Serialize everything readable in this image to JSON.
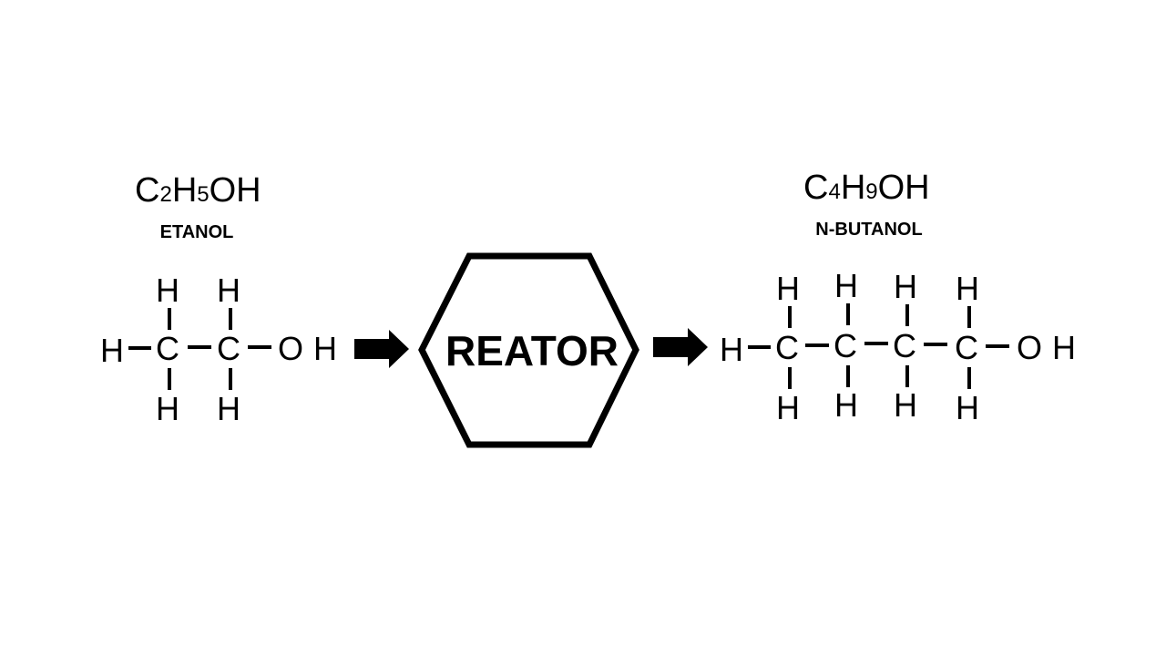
{
  "reactant": {
    "formula": {
      "c": "C",
      "c_sub": "2",
      "h": "H",
      "h_sub": "5",
      "tail": "OH"
    },
    "name": "ETANOL",
    "structure": {
      "left_h": "H",
      "carbons": [
        "C",
        "C"
      ],
      "top_h": [
        "H",
        "H"
      ],
      "bottom_h": [
        "H",
        "H"
      ],
      "oxygen": "O",
      "end_h": "H"
    }
  },
  "reactor": {
    "label": "REATOR"
  },
  "product": {
    "formula": {
      "c": "C",
      "c_sub": "4",
      "h": "H",
      "h_sub": "9",
      "tail": "OH"
    },
    "name": "N-BUTANOL",
    "structure": {
      "left_h": "H",
      "carbons": [
        "C",
        "C",
        "C",
        "C"
      ],
      "top_h": [
        "H",
        "H",
        "H",
        "H"
      ],
      "bottom_h": [
        "H",
        "H",
        "H",
        "H"
      ],
      "oxygen": "O",
      "end_h": "H"
    }
  },
  "arrows": [
    "arrow-right-icon",
    "arrow-right-icon"
  ],
  "colors": {
    "ink": "#000000",
    "background": "#ffffff"
  }
}
